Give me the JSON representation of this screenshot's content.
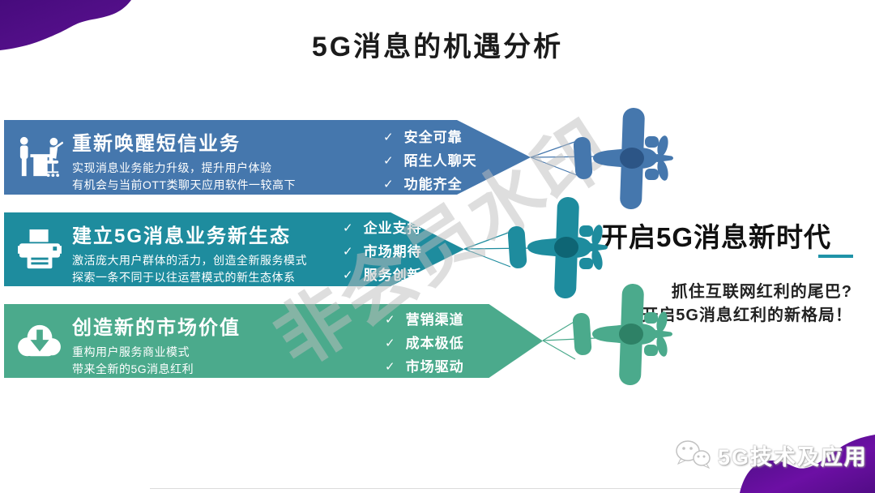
{
  "slide": {
    "title": "5G消息的机遇分析",
    "watermark": "非会员水印",
    "check_glyph": "✓",
    "colors": {
      "banner_blue": "#4577AD",
      "banner_teal": "#1E8C9E",
      "banner_green": "#4BAA8C",
      "accent_purple": "#5C1292",
      "underline_teal": "#1F93A8"
    }
  },
  "banners": [
    {
      "icon": "meeting-icon",
      "title": "重新唤醒短信业务",
      "desc1": "实现消息业务能力升级，提升用户体验",
      "desc2": "有机会与当前OTT类聊天应用软件一较高下",
      "checks": [
        "安全可靠",
        "陌生人聊天",
        "功能齐全"
      ]
    },
    {
      "icon": "printer-icon",
      "title": "建立5G消息业务新生态",
      "desc1": "激活庞大用户群体的活力，创造全新服务模式",
      "desc2": "探索一条不同于以往运营模式的新生态体系",
      "checks": [
        "企业支持",
        "市场期待",
        "服务创新"
      ]
    },
    {
      "icon": "cloud-download-icon",
      "title": "创造新的市场价值",
      "desc1": "重构用户服务商业模式",
      "desc2": "带来全新的5G消息红利",
      "checks": [
        "营销渠道",
        "成本极低",
        "市场驱动"
      ]
    }
  ],
  "right_panel": {
    "headline": "开启5G消息新时代",
    "tagline1": "抓住互联网红利的尾巴?",
    "tagline2": "开启5G消息红利的新格局！"
  },
  "footer": {
    "icon": "wechat-icon",
    "brand": "5G技术及应用"
  }
}
